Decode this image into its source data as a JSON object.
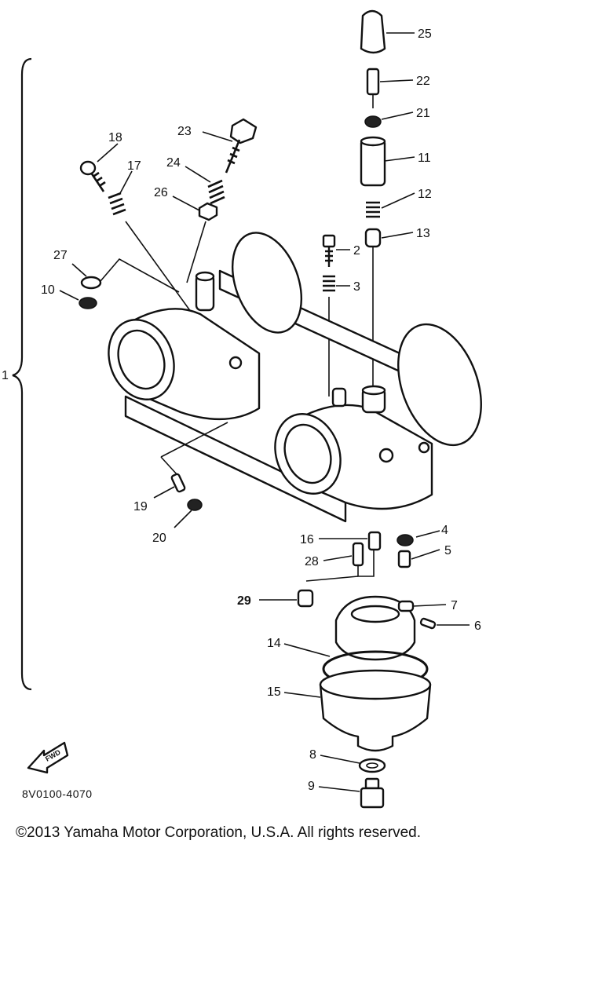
{
  "diagram": {
    "group_label": "1",
    "drawing_code": "8V0100-4070",
    "fwd_label": "FWD",
    "copyright": "©2013 Yamaha Motor Corporation, U.S.A. All rights reserved.",
    "callouts": [
      {
        "id": "c25",
        "text": "25"
      },
      {
        "id": "c22",
        "text": "22"
      },
      {
        "id": "c21",
        "text": "21"
      },
      {
        "id": "c11",
        "text": "11"
      },
      {
        "id": "c12",
        "text": "12"
      },
      {
        "id": "c13",
        "text": "13"
      },
      {
        "id": "c2",
        "text": "2"
      },
      {
        "id": "c3",
        "text": "3"
      },
      {
        "id": "c23",
        "text": "23"
      },
      {
        "id": "c18",
        "text": "18"
      },
      {
        "id": "c17",
        "text": "17"
      },
      {
        "id": "c24",
        "text": "24"
      },
      {
        "id": "c26",
        "text": "26"
      },
      {
        "id": "c27",
        "text": "27"
      },
      {
        "id": "c10",
        "text": "10"
      },
      {
        "id": "c19",
        "text": "19"
      },
      {
        "id": "c20",
        "text": "20"
      },
      {
        "id": "c16",
        "text": "16"
      },
      {
        "id": "c4",
        "text": "4"
      },
      {
        "id": "c5",
        "text": "5"
      },
      {
        "id": "c28",
        "text": "28"
      },
      {
        "id": "c29",
        "text": "29"
      },
      {
        "id": "c7",
        "text": "7"
      },
      {
        "id": "c6",
        "text": "6"
      },
      {
        "id": "c14",
        "text": "14"
      },
      {
        "id": "c15",
        "text": "15"
      },
      {
        "id": "c8",
        "text": "8"
      },
      {
        "id": "c9",
        "text": "9"
      }
    ]
  }
}
